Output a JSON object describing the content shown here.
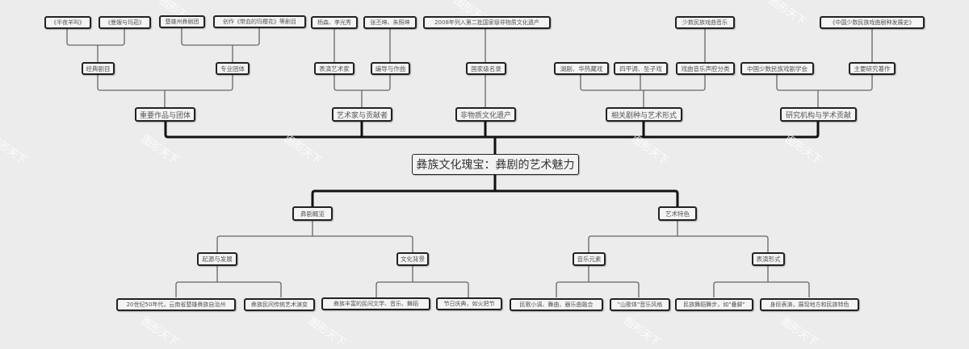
{
  "root": {
    "label": "彝族文化瑰宝：彝剧的艺术魅力"
  },
  "upper_branches": [
    {
      "label": "重要作品与团体",
      "children": [
        {
          "label": "经典剧目",
          "children": [
            {
              "label": "《半夜羊叫》"
            },
            {
              "label": "《曼嫂与玛茹》"
            }
          ]
        },
        {
          "label": "专业团体",
          "children": [
            {
              "label": "楚雄州彝剧团"
            },
            {
              "label": "创作《带血的玛樱花》等剧目"
            }
          ]
        }
      ]
    },
    {
      "label": "艺术家与贡献者",
      "children": [
        {
          "label": "表演艺术家",
          "children": [
            {
              "label": "杨森、李光秀"
            }
          ]
        },
        {
          "label": "编导与作曲",
          "children": [
            {
              "label": "张丕坤、朱照坤"
            }
          ]
        }
      ]
    },
    {
      "label": "非物质文化遗产",
      "children": [
        {
          "label": "国家级名录",
          "children": [
            {
              "label": "2008年列入第二批国家级非物质文化遗产"
            }
          ]
        }
      ]
    },
    {
      "label": "相关剧种与艺术形式",
      "children": [
        {
          "label": "湖剧、华热藏戏",
          "children": []
        },
        {
          "label": "四平调、坠子戏",
          "children": []
        },
        {
          "label": "戏曲音乐声腔分类",
          "children": [
            {
              "label": "少数民族戏曲音乐"
            }
          ]
        }
      ]
    },
    {
      "label": "研究机构与学术贡献",
      "children": [
        {
          "label": "中国少数民族戏剧学会",
          "children": []
        },
        {
          "label": "主要研究著作",
          "children": [
            {
              "label": "《中国少数民族戏曲剧种发展史》"
            }
          ]
        }
      ]
    }
  ],
  "lower_branches": [
    {
      "label": "彝剧概览",
      "children": [
        {
          "label": "起源与发展",
          "children": [
            {
              "label": "20世纪50年代，云南省楚雄彝族自治州"
            },
            {
              "label": "彝族民间传统艺术演变"
            }
          ]
        },
        {
          "label": "文化背景",
          "children": [
            {
              "label": "彝族丰富的民间文学、音乐、舞蹈"
            },
            {
              "label": "节日庆典，如火把节"
            }
          ]
        }
      ]
    },
    {
      "label": "艺术特色",
      "children": [
        {
          "label": "音乐元素",
          "children": [
            {
              "label": "民歌小调、舞曲、器乐曲融合"
            },
            {
              "label": "\"山歌体\"音乐风格"
            }
          ]
        },
        {
          "label": "表演形式",
          "children": [
            {
              "label": "民族舞蹈舞步，如\"叠脚\""
            },
            {
              "label": "身段表演，展现地方和民族特色"
            }
          ]
        }
      ]
    }
  ],
  "watermark": {
    "text": "图形天下"
  },
  "colors": {
    "background": "#ececec",
    "node_border": "#222222",
    "node_fill": "#f4f4f4",
    "thin_line": "#666666",
    "thick_line": "#111111"
  }
}
